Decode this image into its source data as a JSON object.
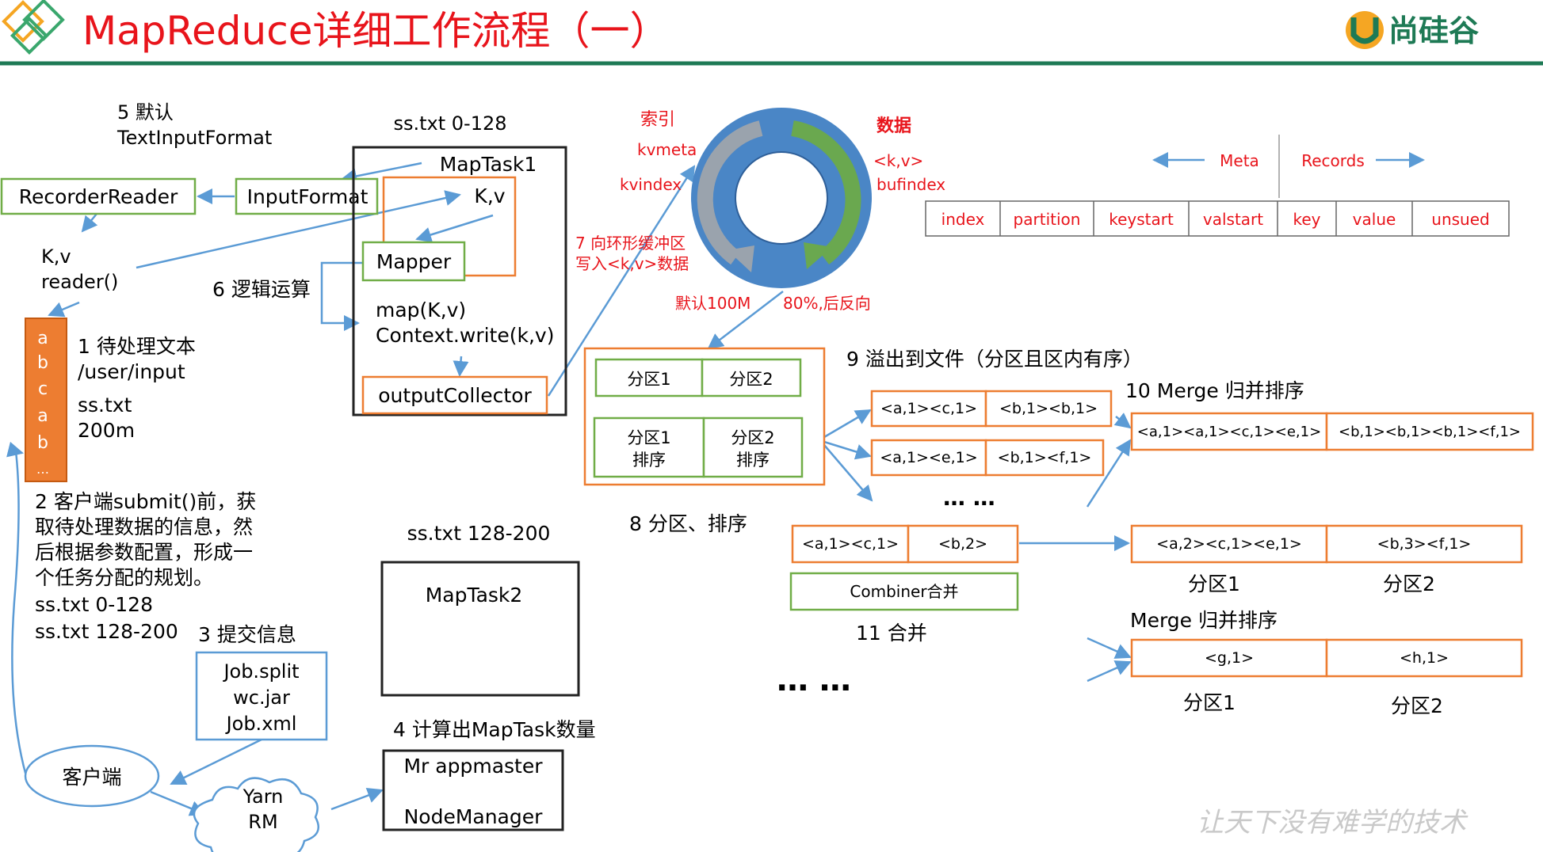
{
  "title": "MapReduce详细工作流程（一）",
  "brand": {
    "name": "尚硅谷",
    "slogan": "让天下没有难学的技术"
  },
  "colors": {
    "title_red": "#e8141b",
    "green_rule": "#1e7a55",
    "orange": "#ed7d31",
    "green_box": "#70ad47",
    "blue_arrow": "#5b9bd5",
    "red_text": "#e8141b",
    "ring_blue": "#4a86c6"
  },
  "labels": {
    "default_format": "5 默认",
    "text_input_format": "TextInputFormat",
    "recorder_reader": "RecorderReader",
    "input_format": "InputFormat",
    "kv_reader_1": "K,v",
    "kv_reader_2": "reader()",
    "split1": "ss.txt 0-128",
    "maptask1": "MapTask1",
    "kv_inner": "K,v",
    "mapper": "Mapper",
    "logic": "6 逻辑运算",
    "map_call": "map(K,v)",
    "context_write": "Context.write(k,v)",
    "output_collector": "outputCollector",
    "pending_1": "1 待处理文本",
    "pending_2": "/user/input",
    "pending_3": "ss.txt",
    "pending_4": "200m",
    "file_chars": [
      "a",
      "b",
      "c",
      "a",
      "b",
      "…"
    ],
    "client_1": "2 客户端submit()前，获",
    "client_2": "取待处理数据的信息，然",
    "client_3": "后根据参数配置，形成一",
    "client_4": "个任务分配的规划。",
    "client_5": "ss.txt  0-128",
    "client_6": "ss.txt  128-200",
    "submit": "3 提交信息",
    "job_split": "Job.split",
    "wc_jar": "wc.jar",
    "job_xml": "Job.xml",
    "client": "客户端",
    "yarn": "Yarn",
    "rm": "RM",
    "split2": "ss.txt 128-200",
    "maptask2": "MapTask2",
    "compute": "4 计算出MapTask数量",
    "appmaster": "Mr appmaster",
    "nodemanager": "NodeManager",
    "index_label": "索引",
    "kvmeta": "kvmeta",
    "kvindex": "kvindex",
    "data_label": "数据",
    "kv_small": "<k,v>",
    "bufindex": "bufindex",
    "ring_write_1": "7 向环形缓冲区",
    "ring_write_2": "写入<k,v>数据",
    "default_100m": "默认100M",
    "reverse_80": "80%,后反向",
    "meta": "Meta",
    "records": "Records",
    "part1": "分区1",
    "part2": "分区2",
    "part1_sort_1": "分区1",
    "part1_sort_2": "排序",
    "part2_sort_1": "分区2",
    "part2_sort_2": "排序",
    "partition_sort": "8 分区、排序",
    "spill": "9 溢出到文件（分区且区内有序）",
    "merge10": "10 Merge 归并排序",
    "combiner": "Combiner合并",
    "merge11": "11 合并",
    "merge_sort": "Merge 归并排序",
    "dots1": "…  …",
    "dots2": "…  …",
    "part1_a": "分区1",
    "part2_a": "分区2",
    "part1_b": "分区1",
    "part2_b": "分区2"
  },
  "meta_fields": [
    "index",
    "partition",
    "keystart",
    "valstart",
    "key",
    "value",
    "unsued"
  ],
  "spill_rows": [
    {
      "left": "<a,1><c,1>",
      "right": "<b,1><b,1>"
    },
    {
      "left": "<a,1><e,1>",
      "right": "<b,1><f,1>"
    }
  ],
  "merged_row": {
    "left": "<a,1><a,1><c,1><e,1>",
    "right": "<b,1><b,1><b,1><f,1>"
  },
  "combine_input": {
    "left": "<a,1><c,1>",
    "right": "<b,2>"
  },
  "combine_output": {
    "left": "<a,2><c,1><e,1>",
    "right": "<b,3><f,1>"
  },
  "final_row": {
    "left": "<g,1>",
    "right": "<h,1>"
  }
}
